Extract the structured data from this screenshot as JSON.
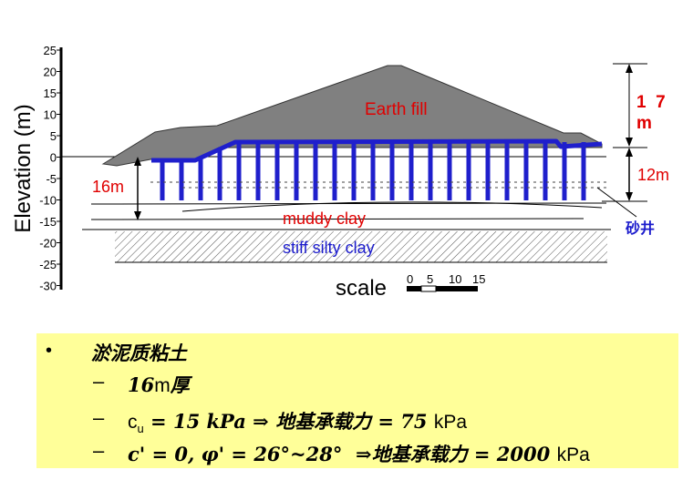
{
  "axis": {
    "ylabel": "Elevation (m)",
    "ticks": [
      "25",
      "20",
      "15",
      "10",
      "5",
      "0",
      "-5",
      "-10",
      "-15",
      "-20",
      "-25",
      "-30"
    ]
  },
  "labels": {
    "earth_fill": "Earth fill",
    "muddy_clay": "muddy clay",
    "stiff_silty_clay": "stiff silty clay",
    "dim_16m": "16m",
    "dim_12m": "12m",
    "dim_17m_a": "1  7",
    "dim_17m_b": "m",
    "sand_drain": "砂井",
    "scale": "scale",
    "scale_ticks": [
      "0",
      "5",
      "10",
      "15"
    ]
  },
  "notes": {
    "bullet_title": "淤泥质粘土",
    "item1_a": "16",
    "item1_b": "m",
    "item1_c": "厚",
    "item2_a": "c",
    "item2_sub": "u",
    "item2_b": " = 15 kPa ⇒ 地基承载力 = 75 ",
    "item2_unit": "kPa",
    "item3_a": "c' = 0, φ' = 26°~28°  ⇒地基承载力 = 2000 ",
    "item3_unit": "kPa"
  },
  "colors": {
    "fill_gray": "#808080",
    "drain_blue": "#1f1fcc",
    "label_red": "#e00000",
    "label_blue": "#1a1acc",
    "note_bg": "#ffff99"
  }
}
